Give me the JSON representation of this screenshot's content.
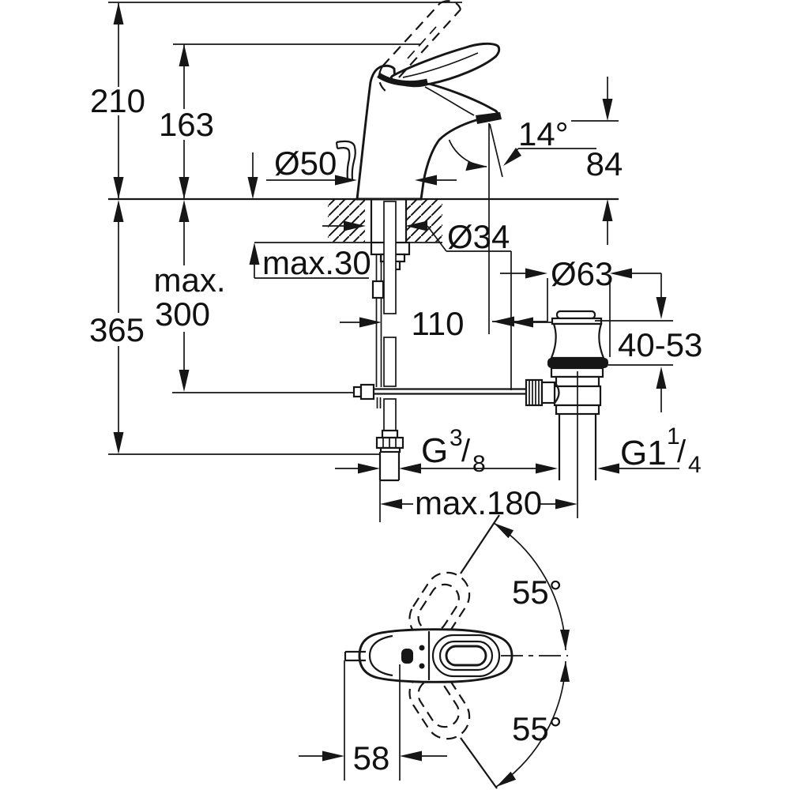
{
  "drawing": {
    "kind": "technical-dimension-drawing",
    "subject": "single-lever basin mixer with pop-up waste",
    "background_color": "#ffffff",
    "line_color": "#161616"
  },
  "side": {
    "labels": {
      "overall_height": "210",
      "lever_height": "163",
      "body_diameter": "Ø50",
      "spray_angle": "14°",
      "outlet_height": "84",
      "deck_thickness": "max.30",
      "hole_diameter": "Ø34",
      "total_depth": "365",
      "rod_length_line1": "max.",
      "rod_length_line2": "300",
      "hose_offset": "110",
      "waste_cap_diameter": "Ø63",
      "waste_adjust_range": "40-53",
      "supply_thread_g": "G",
      "supply_thread_num": "3",
      "supply_thread_slash": "/",
      "supply_thread_den": "8",
      "waste_thread_g": "G1",
      "waste_thread_num": "1",
      "waste_thread_slash": "/",
      "waste_thread_den": "4",
      "projection_max": "max.180"
    }
  },
  "plan": {
    "labels": {
      "swing_upper": "55°",
      "swing_lower": "55°",
      "handle_offset": "58"
    }
  }
}
